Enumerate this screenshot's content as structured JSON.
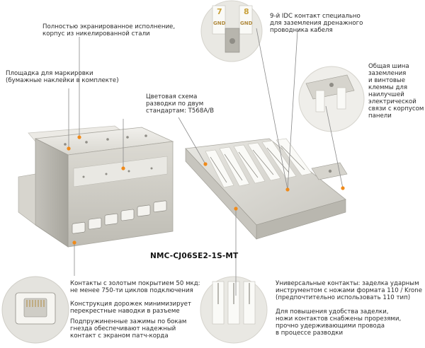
{
  "callouts": {
    "shielded_body": "Полностью экранированное исполнение,\nкорпус из никелированной стали",
    "marking_area": "Площадка для маркировки\n(бумажные наклейки в комплекте)",
    "color_scheme": "Цветовая схема\nразводки по двум\nстандартам: T568A/B",
    "idc_ninth": "9-й IDC контакт специально\nдля заземления дренажного\nпроводника кабеля",
    "ground_bus": "Общая шина\nзаземления\nи винтовые\nклеммы для\nнаилучшей\nэлектрической\nсвязи с корпусом\nпанели",
    "gold_contacts": "Контакты с золотым покрытием 50 мкд:\nне менее 750-ти циклов подключения",
    "track_design": "Конструкция дорожек минимизирует\nперекрестные наводки в разъеме",
    "side_clamps": "Подпружиненные зажимы по бокам\nгнезда обеспечивают надежный\nконтакт с экраном патч-корда",
    "universal_contacts": "Универсальные контакты: заделка ударным\nинструментом с ножами формата 110 / Krone\n(предпочтительно использовать 110 тип)",
    "slotted_knives": "Для повышения удобства заделки,\nножи контактов снабжены прорезями,\nпрочно удерживающими провода\nв процессе разводки"
  },
  "model_name": "NMC-CJ06SE2-1S-MT",
  "module_marks": {
    "left_number": "7",
    "right_number": "8",
    "left_label": "GND",
    "right_label": "GND"
  },
  "colors": {
    "accent_dot": "#f08a1a",
    "leader_line": "#8a8a8a",
    "metal_light": "#e6e5e0",
    "metal_mid": "#cfcdc6",
    "metal_dark": "#a9a79f",
    "insert_white": "#fafaf7",
    "text": "#2b2b2b"
  }
}
